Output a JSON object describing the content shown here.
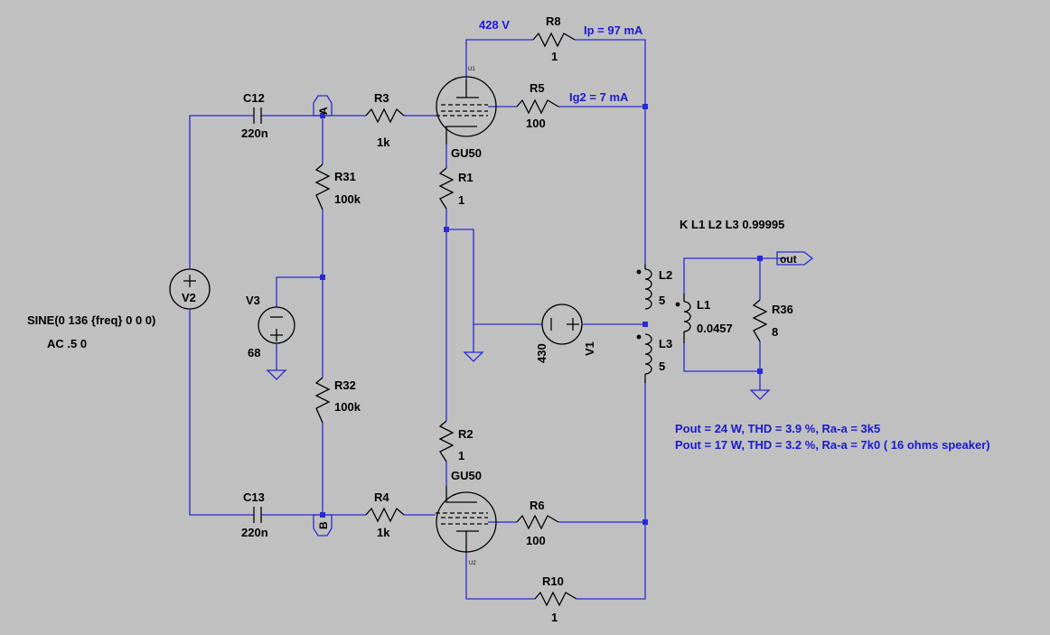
{
  "components": {
    "C12": {
      "name": "C12",
      "value": "220n"
    },
    "C13": {
      "name": "C13",
      "value": "220n"
    },
    "R3": {
      "name": "R3",
      "value": "1k"
    },
    "R4": {
      "name": "R4",
      "value": "1k"
    },
    "R31": {
      "name": "R31",
      "value": "100k"
    },
    "R32": {
      "name": "R32",
      "value": "100k"
    },
    "R1": {
      "name": "R1",
      "value": "1"
    },
    "R2": {
      "name": "R2",
      "value": "1"
    },
    "R5": {
      "name": "R5",
      "value": "100"
    },
    "R6": {
      "name": "R6",
      "value": "100"
    },
    "R8": {
      "name": "R8",
      "value": "1"
    },
    "R10": {
      "name": "R10",
      "value": "1"
    },
    "R36": {
      "name": "R36",
      "value": "8"
    },
    "L1": {
      "name": "L1",
      "value": "0.0457"
    },
    "L2": {
      "name": "L2",
      "value": "5"
    },
    "L3": {
      "name": "L3",
      "value": "5"
    },
    "V1": {
      "name": "V1",
      "value": "430"
    },
    "V2": {
      "name": "V2",
      "spec": "SINE(0 136 {freq} 0 0 0)",
      "ac": "AC .5 0"
    },
    "V3": {
      "name": "V3",
      "value": "68"
    },
    "U1": {
      "name": "GU50",
      "ref": "U1"
    },
    "U2": {
      "name": "GU50",
      "ref": "U2"
    }
  },
  "nets": {
    "A": "A",
    "B": "B",
    "out": "out"
  },
  "directives": {
    "coupling": "K L1 L2 L3 0.99995"
  },
  "annotations": {
    "plate_voltage": "428 V",
    "plate_current": "Ip = 97 mA",
    "screen_current": "Ig2 = 7 mA",
    "result1": "Pout = 24 W, THD = 3.9 %, Ra-a = 3k5",
    "result2": "Pout = 17 W, THD = 3.2 %, Ra-a = 7k0 ( 16 ohms speaker)"
  },
  "colors": {
    "background": "#c0c0c0",
    "wire": "#2a2ad4",
    "symbol": "#000000",
    "annotation": "#1a1ad0"
  }
}
